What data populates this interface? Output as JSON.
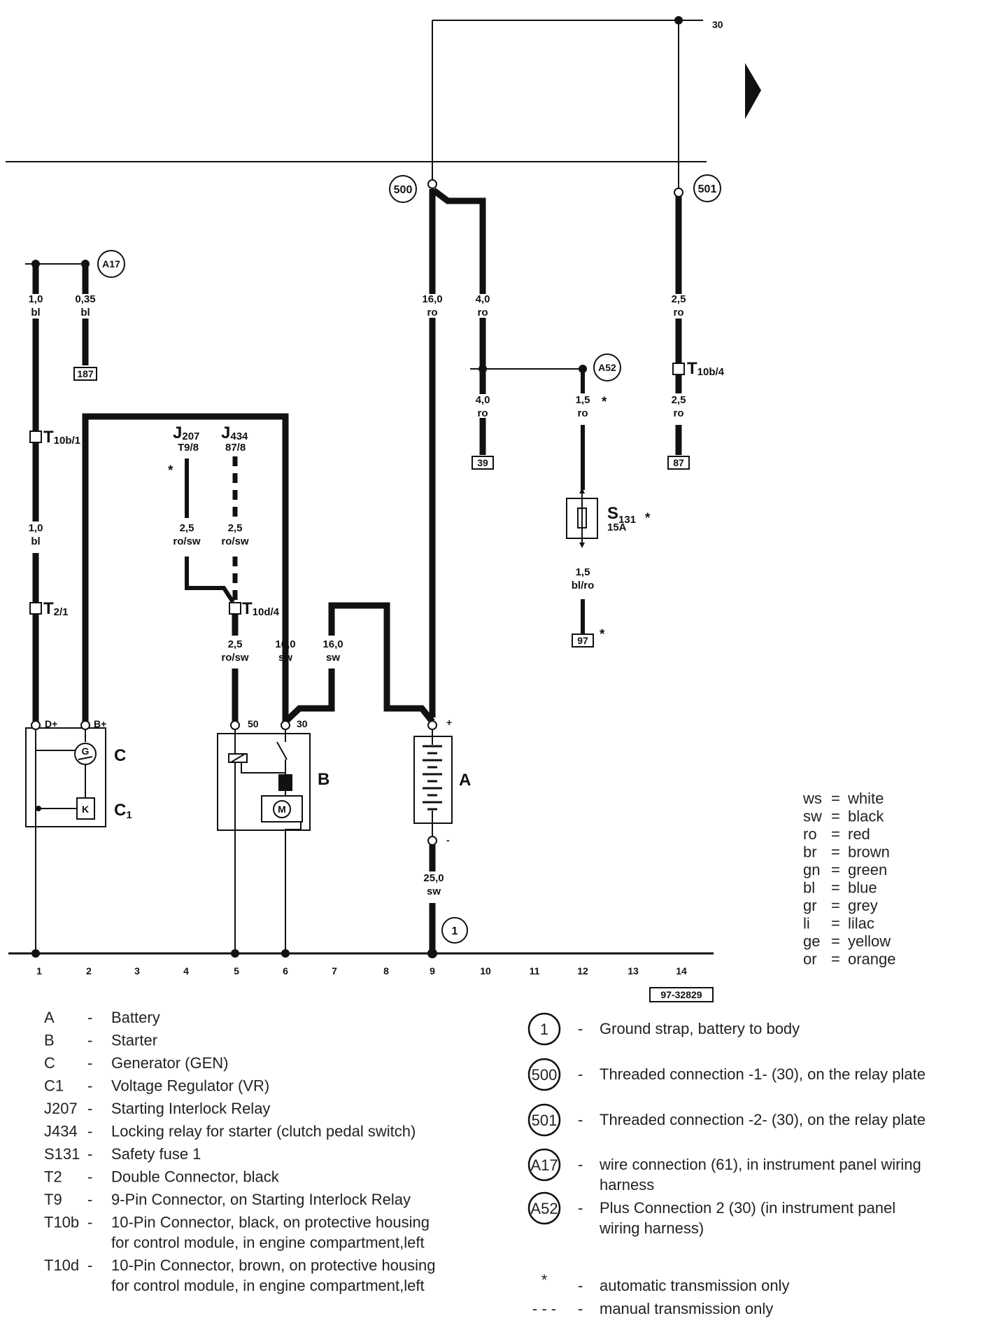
{
  "terminal_30": "30",
  "circles": {
    "c500": "500",
    "c501": "501",
    "cA17": "A17",
    "cA52": "A52",
    "c1": "1"
  },
  "wire_labels": {
    "w1a_size": "1,0",
    "w1a_color": "bl",
    "w2a_size": "0,35",
    "w2a_color": "bl",
    "w9_size": "16,0",
    "w9_color": "ro",
    "w10_size": "4,0",
    "w10_color": "ro",
    "w10b_size": "4,0",
    "w10b_color": "ro",
    "w14_size": "2,5",
    "w14_color": "ro",
    "w14b_size": "2,5",
    "w14b_color": "ro",
    "w12_size": "1,5",
    "w12_color": "ro",
    "w12b_size": "1,5",
    "w12b_color": "bl/ro",
    "w1b_size": "1,0",
    "w1b_color": "bl",
    "wj207_size": "2,5",
    "wj207_color": "ro/sw",
    "wj434_size": "2,5",
    "wj434_color": "ro/sw",
    "w5_size": "2,5",
    "w5_color": "ro/sw",
    "w6_size": "16,0",
    "w6_color": "sw",
    "w7_size": "16,0",
    "w7_color": "sw",
    "wgnd_size": "25,0",
    "wgnd_color": "sw"
  },
  "refs": {
    "r187": "187",
    "r39": "39",
    "r87": "87",
    "r97": "97"
  },
  "connectors": {
    "t10b1_main": "T",
    "t10b1_sub": "10b/1",
    "t21_main": "T",
    "t21_sub": "2/1",
    "t10d4_main": "T",
    "t10d4_sub": "10d/4",
    "t10b4_main": "T",
    "t10b4_sub": "10b/4",
    "j207_main": "J",
    "j207_sub": "207",
    "j207_pin": "T9/8",
    "j434_main": "J",
    "j434_sub": "434",
    "j434_pin": "87/8",
    "s131_main": "S",
    "s131_sub": "131",
    "s131_rating": "15A"
  },
  "components": {
    "C": "C",
    "C1_main": "C",
    "C1_sub": "1",
    "B": "B",
    "A": "A"
  },
  "pins": {
    "dplus": "D+",
    "bplus": "B+",
    "p50": "50",
    "p30": "30",
    "plus": "+",
    "minus": "-"
  },
  "icons": {
    "gen": "G",
    "reg": "K",
    "motor": "M"
  },
  "asterisk": "*",
  "tracks": [
    "1",
    "2",
    "3",
    "4",
    "5",
    "6",
    "7",
    "8",
    "9",
    "10",
    "11",
    "12",
    "13",
    "14"
  ],
  "diagram_id": "97-32829",
  "color_legend": [
    {
      "code": "ws",
      "name": "white"
    },
    {
      "code": "sw",
      "name": "black"
    },
    {
      "code": "ro",
      "name": "red"
    },
    {
      "code": "br",
      "name": "brown"
    },
    {
      "code": "gn",
      "name": "green"
    },
    {
      "code": "bl",
      "name": "blue"
    },
    {
      "code": "gr",
      "name": "grey"
    },
    {
      "code": "li",
      "name": "lilac"
    },
    {
      "code": "ge",
      "name": "yellow"
    },
    {
      "code": "or",
      "name": "orange"
    }
  ],
  "components_legend": [
    {
      "code": "A",
      "desc": "Battery"
    },
    {
      "code": "B",
      "desc": "Starter"
    },
    {
      "code": "C",
      "desc": "Generator (GEN)"
    },
    {
      "code": "C1",
      "desc": "Voltage Regulator (VR)"
    },
    {
      "code": "J207",
      "desc": "Starting Interlock Relay"
    },
    {
      "code": "J434",
      "desc": "Locking relay for starter  (clutch pedal switch)"
    },
    {
      "code": "S131",
      "desc": "Safety fuse 1"
    },
    {
      "code": "T2",
      "desc": "Double Connector, black"
    },
    {
      "code": "T9",
      "desc": "9-Pin Connector, on Starting Interlock Relay"
    },
    {
      "code": "T10b",
      "desc": "10-Pin Connector, black, on protective housing",
      "desc2": "for control module, in engine compartment,left"
    },
    {
      "code": "T10d",
      "desc": "10-Pin Connector, brown, on protective housing",
      "desc2": "for control module, in engine compartment,left"
    }
  ],
  "ground_legend": [
    {
      "sym": "1",
      "desc": "Ground strap, battery to body"
    },
    {
      "sym": "500",
      "desc": "Threaded connection -1- (30), on the relay plate"
    },
    {
      "sym": "501",
      "desc": "Threaded connection -2- (30), on the relay plate"
    },
    {
      "sym": "A17",
      "desc": "wire connection (61), in instrument panel wiring",
      "desc2": "harness"
    },
    {
      "sym": "A52",
      "desc": "Plus Connection 2 (30) (in instrument panel",
      "desc2": "wiring harness)"
    }
  ],
  "notes": [
    {
      "sym": "*",
      "desc": "automatic transmission only"
    },
    {
      "sym": "- - -",
      "desc": "manual transmission only"
    }
  ],
  "dash": "-"
}
